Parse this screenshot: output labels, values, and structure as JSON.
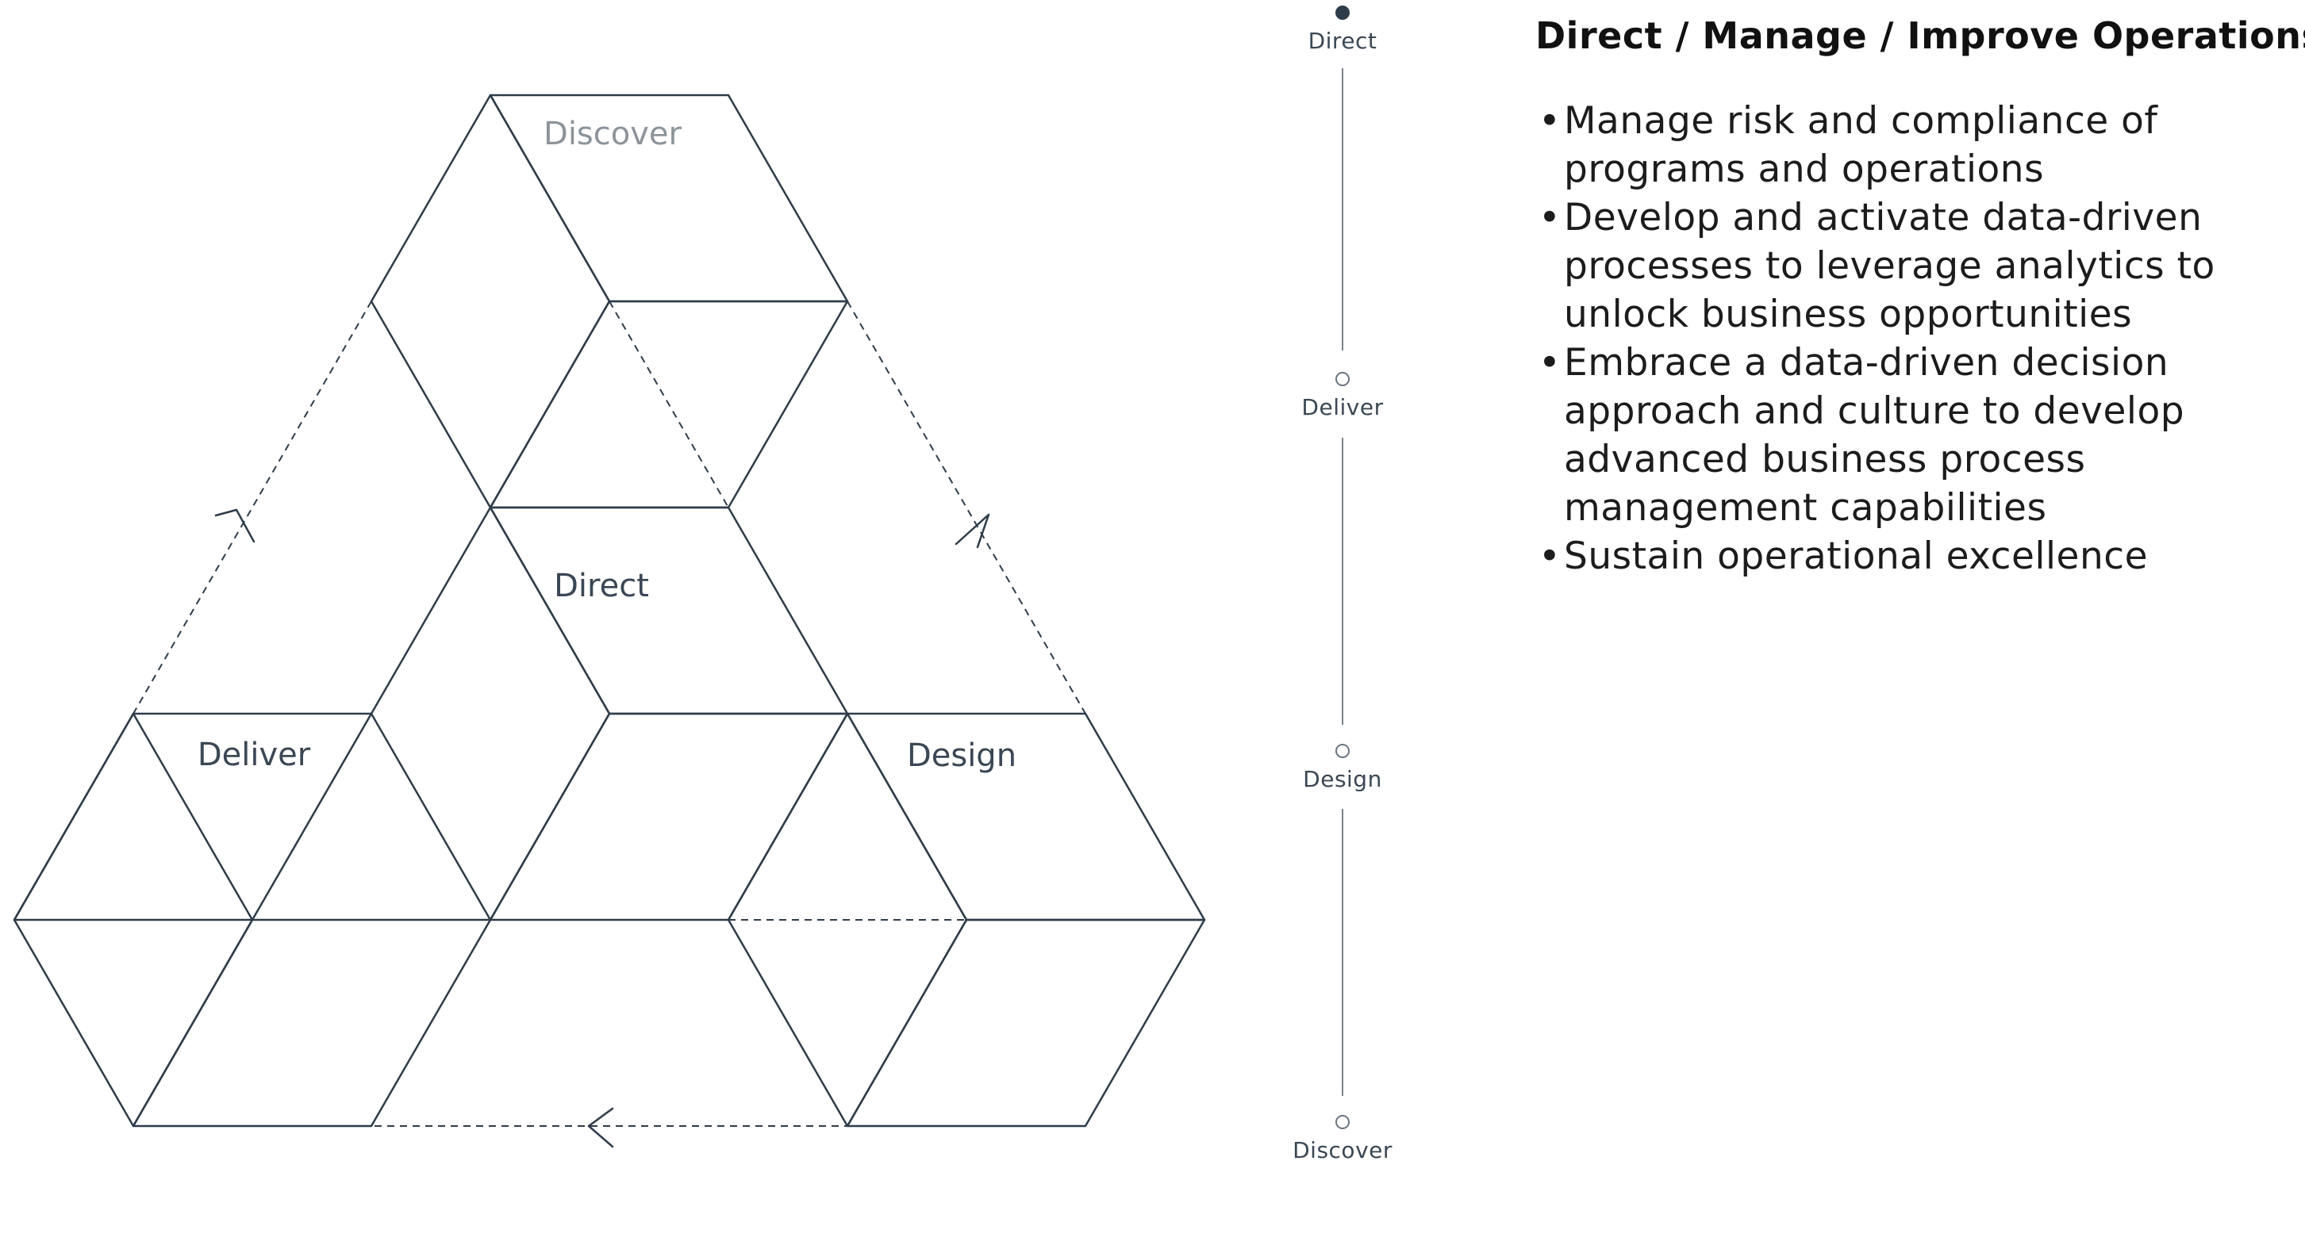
{
  "diagram": {
    "labels": {
      "discover": "Discover",
      "direct": "Direct",
      "deliver": "Deliver",
      "design": "Design"
    },
    "colors": {
      "stroke": "#2e3c4a",
      "discover_label": "#8d949b",
      "label": "#3b4754"
    }
  },
  "steps": [
    {
      "label": "Direct",
      "active": true
    },
    {
      "label": "Deliver",
      "active": false
    },
    {
      "label": "Design",
      "active": false
    },
    {
      "label": "Discover",
      "active": false
    }
  ],
  "content": {
    "title": "Direct / Manage / Improve Operations –",
    "bullet_symbol": "•",
    "bullets": [
      "Manage risk and compliance of programs and operations",
      "Develop and activate data-driven processes  to leverage analytics to unlock business opportunities",
      "Embrace a data-driven decision approach and culture to develop advanced business process management capabilities",
      "Sustain operational excellence"
    ]
  }
}
